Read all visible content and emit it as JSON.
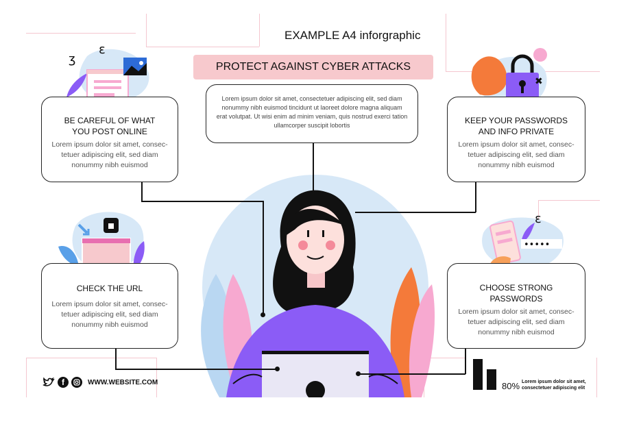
{
  "header": {
    "title": "EXAMPLE A4 inforgraphic",
    "banner": "PROTECT AGAINST CYBER ATTACKS"
  },
  "center_text": "Lorem ipsum dolor sit amet, consectetuer adipiscing elit, sed diam nonummy nibh euismod tincidunt ut laoreet dolore magna aliquam erat volutpat. Ut wisi enim ad minim veniam, quis nostrud exerci tation ullamcorper suscipit lobortis",
  "tips": [
    {
      "title_line1": "BE CAREFUL OF WHAT",
      "title_line2": "YOU POST ONLINE",
      "body_line1": "Lorem ipsum dolor sit amet, consec-",
      "body_line2": "tetuer adipiscing elit, sed diam",
      "body_line3": "nonummy nibh euismod"
    },
    {
      "title_line1": "KEEP YOUR PASSWORDS",
      "title_line2": "AND INFO PRIVATE",
      "body_line1": "Lorem ipsum dolor sit amet, consec-",
      "body_line2": "tetuer adipiscing elit, sed diam",
      "body_line3": "nonummy nibh euismod"
    },
    {
      "title_line1": "CHECK THE URL",
      "title_line2": "",
      "body_line1": "Lorem ipsum dolor sit amet, consec-",
      "body_line2": "tetuer adipiscing elit, sed diam",
      "body_line3": "nonummy nibh euismod"
    },
    {
      "title_line1": "CHOOSE STRONG",
      "title_line2": "PASSWORDS",
      "body_line1": "Lorem ipsum dolor sit amet, consec-",
      "body_line2": "tetuer adipiscing elit, sed diam",
      "body_line3": "nonummy nibh euismod"
    }
  ],
  "footer": {
    "website": "WWW.WEBSITE.COM",
    "social_icons": [
      "twitter-icon",
      "facebook-icon",
      "instagram-icon"
    ],
    "stat_value": "80%",
    "stat_text_line1": "Lorem ipsum dolor sit amet,",
    "stat_text_line2": "consectetuer adipiscing elit"
  },
  "password_mask": "•••••",
  "colors": {
    "pink": "#f7c9cd",
    "light_blue": "#d7e8f7",
    "purple": "#8b5cf6",
    "orange": "#f47a3a",
    "line_pink": "#f4c6cf"
  }
}
